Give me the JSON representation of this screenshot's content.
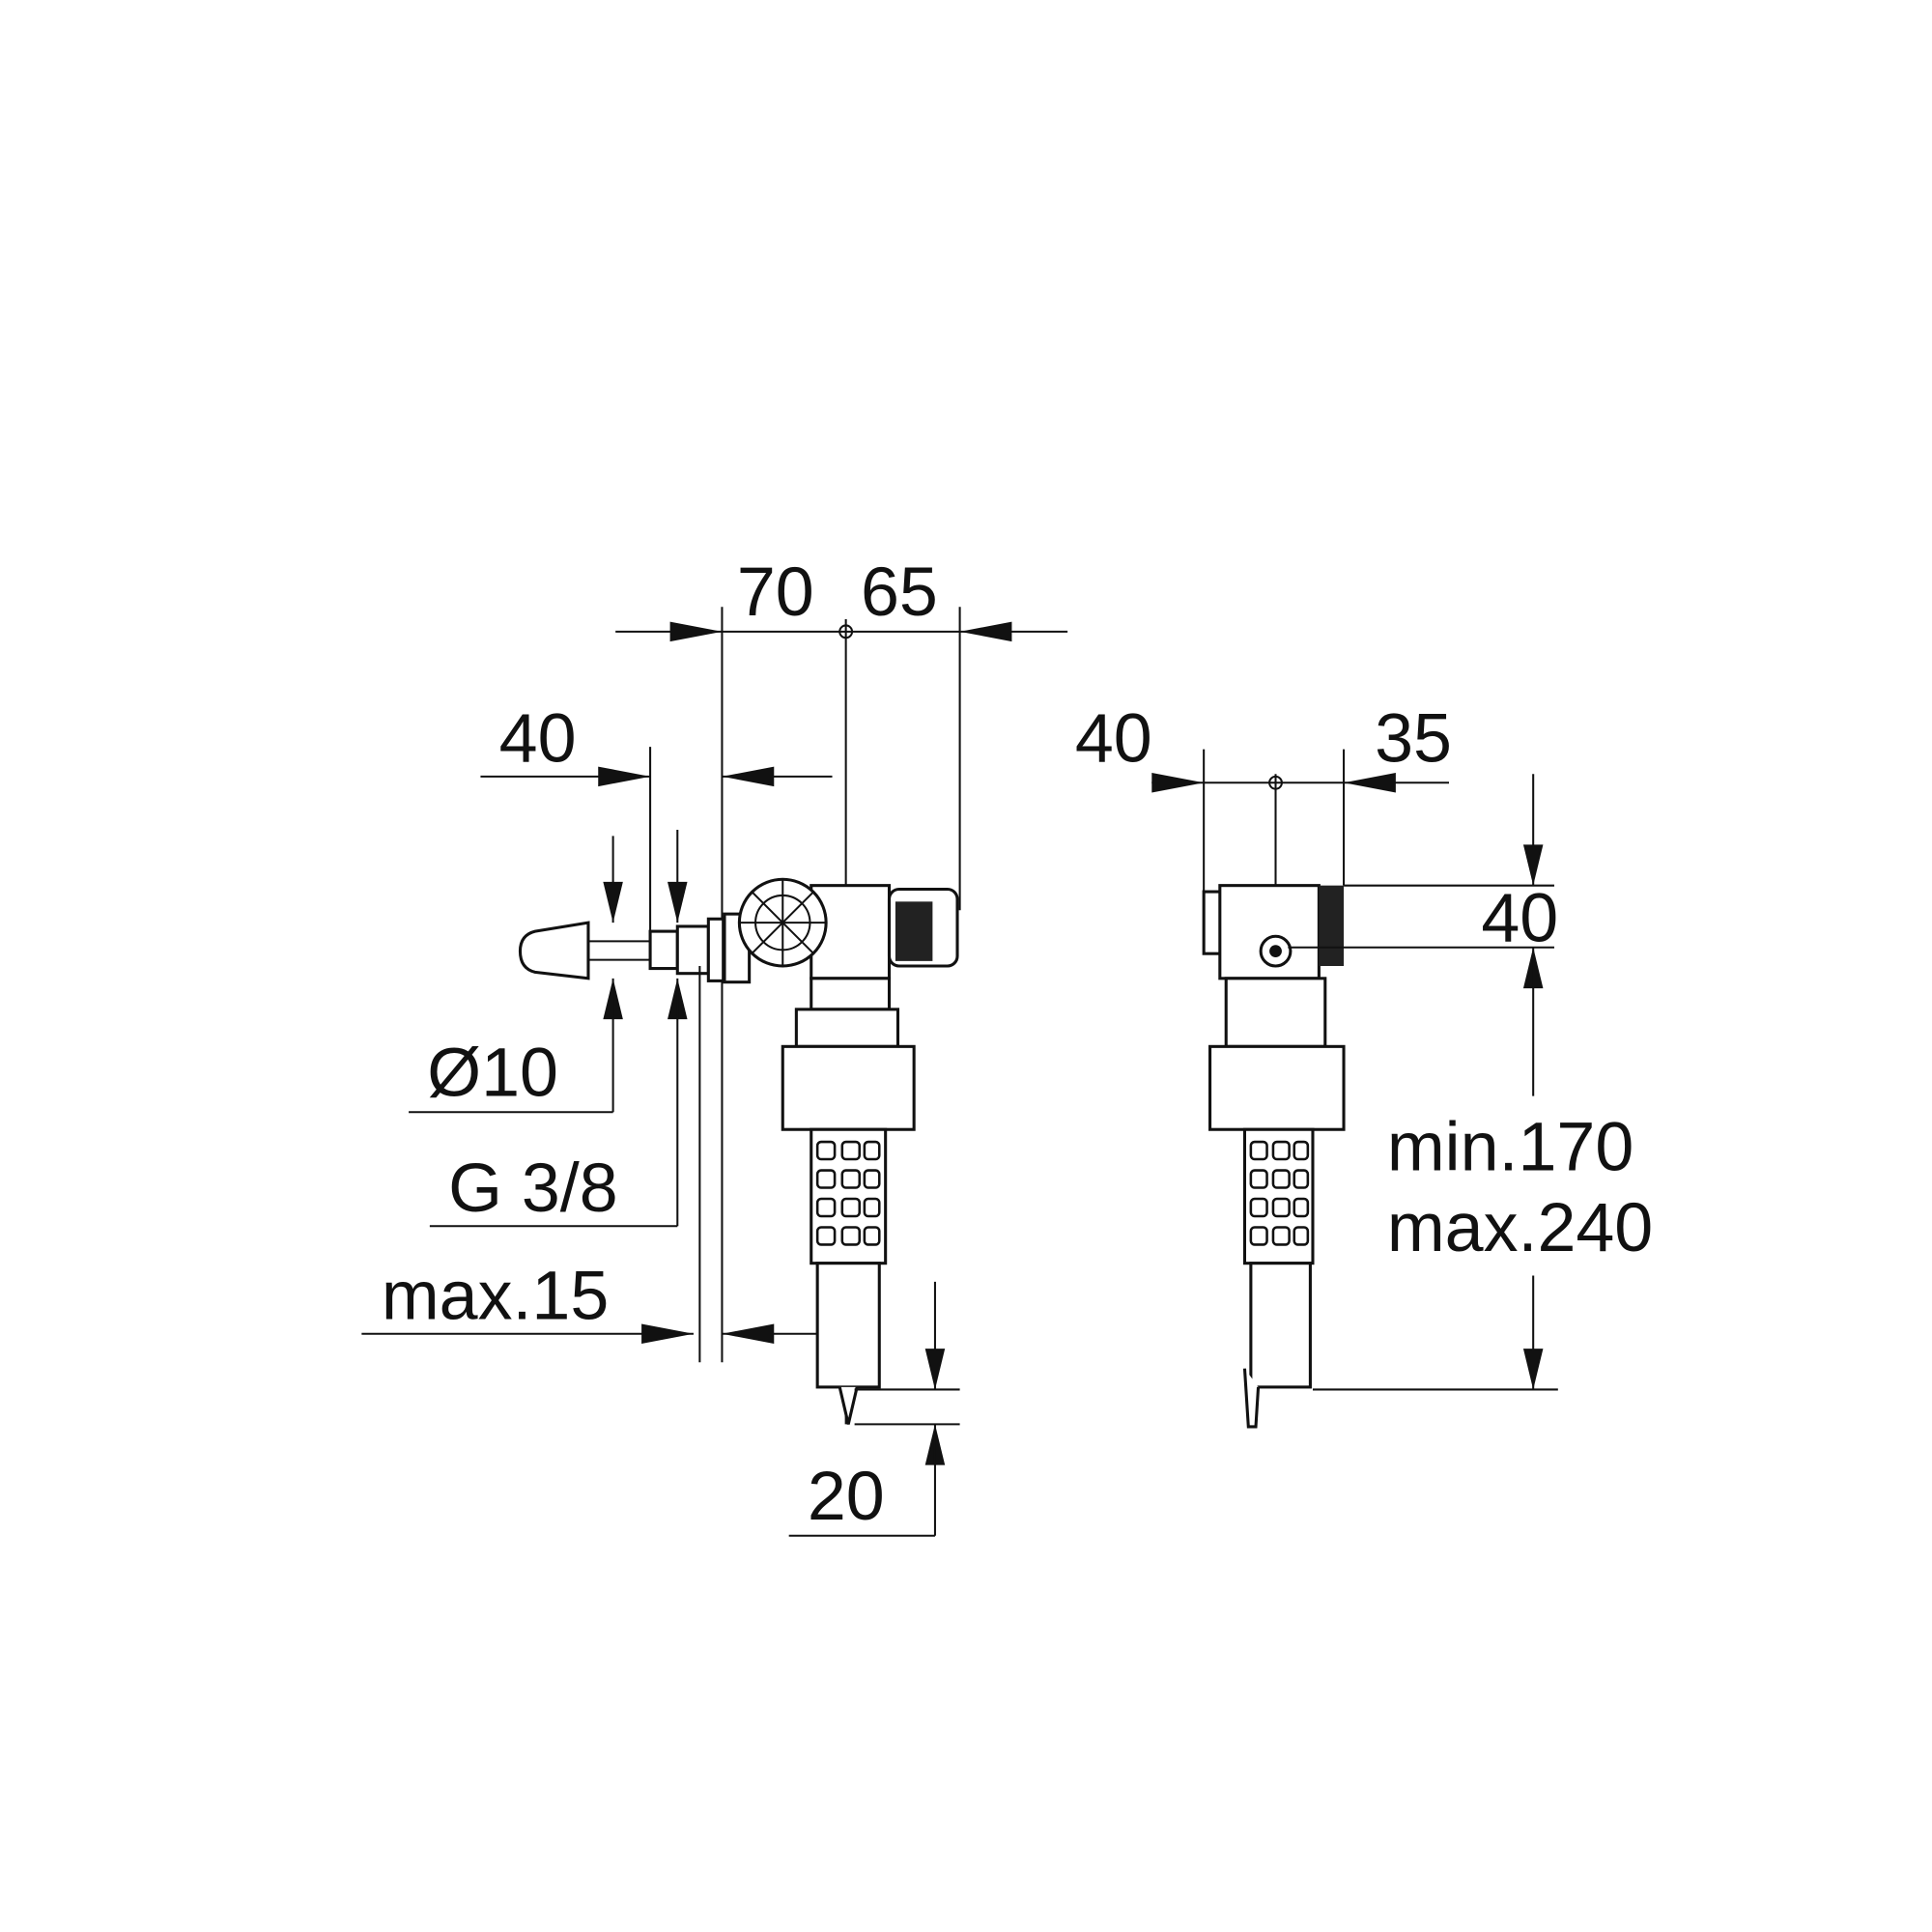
{
  "left_view": {
    "dim_70": "70",
    "dim_65": "65",
    "dim_40": "40",
    "dim_diameter": "Ø10",
    "dim_thread": "G 3/8",
    "dim_max15": "max.15",
    "dim_20": "20"
  },
  "right_view": {
    "dim_40_left": "40",
    "dim_35": "35",
    "dim_40_height": "40",
    "dim_min": "min.170",
    "dim_max": "max.240"
  }
}
